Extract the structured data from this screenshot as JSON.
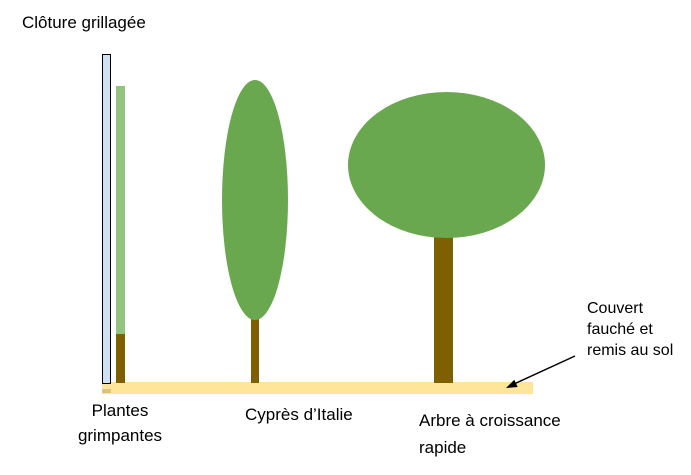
{
  "diagram": {
    "background": "#ffffff",
    "labels": {
      "fence": "Clôture grillagée",
      "climbing_plants": "Plantes\ngrimpantes",
      "cypress": "Cyprès d’Italie",
      "fast_growing_tree": "Arbre à croissance\nrapide",
      "ground_cover": "Couvert\nfauché et\nremis au sol"
    },
    "colors": {
      "fence_fill": "#cfe2f3",
      "fence_stroke": "#000000",
      "climbing_plant_green": "#93c47d",
      "foliage_green": "#6aa84f",
      "trunk_brown": "#7f6000",
      "ground_yellow": "#ffe599",
      "fence_base_tan": "#d9c47d",
      "arrow_black": "#000000"
    }
  }
}
